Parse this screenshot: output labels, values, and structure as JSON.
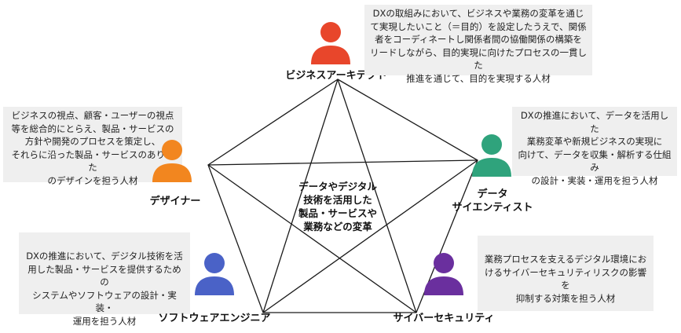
{
  "center": {
    "text": "データやデジタル\n技術を活用した\n製品・サービスや\n業務などの変革"
  },
  "roles": {
    "architect": {
      "label": "ビジネスアーキテクト",
      "color": "#e8462b",
      "icon": "person-icon",
      "description": "DXの取組みにおいて、ビジネスや業務の変革を通じ\nて実現したいこと（＝目的）を設定したうえで、関係\n者をコーディネートし関係者間の協働関係の構築を\nリードしながら、目的実現に向けたプロセスの一貫した\n推進を通じて、目的を実現する人材"
    },
    "designer": {
      "label": "デザイナー",
      "color": "#f2861f",
      "icon": "person-icon",
      "description": "ビジネスの視点、顧客・ユーザーの視点\n等を総合的にとらえ、製品・サービスの\n方針や開発のプロセスを策定し、\nそれらに沿った製品・サービスのありかた\nのデザインを担う人材"
    },
    "data_scientist": {
      "label": "データ\nサイエンティスト",
      "color": "#2fa37c",
      "icon": "person-icon",
      "description": "DXの推進において、データを活用した\n業務変革や新規ビジネスの実現に\n向けて、データを収集・解析する仕組み\nの設計・実装・運用を担う人材"
    },
    "software_engineer": {
      "label": "ソフトウェアエンジニア",
      "color": "#4a62c7",
      "icon": "person-icon",
      "description": "DXの推進において、デジタル技術を活\n用した製品・サービスを提供するための\nシステムやソフトウェアの設計・実装・\n運用を担う人材"
    },
    "cybersecurity": {
      "label": "サイバーセキュリティ",
      "color": "#6a2f9e",
      "icon": "person-icon",
      "description": "業務プロセスを支えるデジタル環境にお\nけるサイバーセキュリティリスクの影響を\n抑制する対策を担う人材"
    }
  },
  "colors": {
    "line": "#1a1a1a",
    "box": "#efefef"
  }
}
